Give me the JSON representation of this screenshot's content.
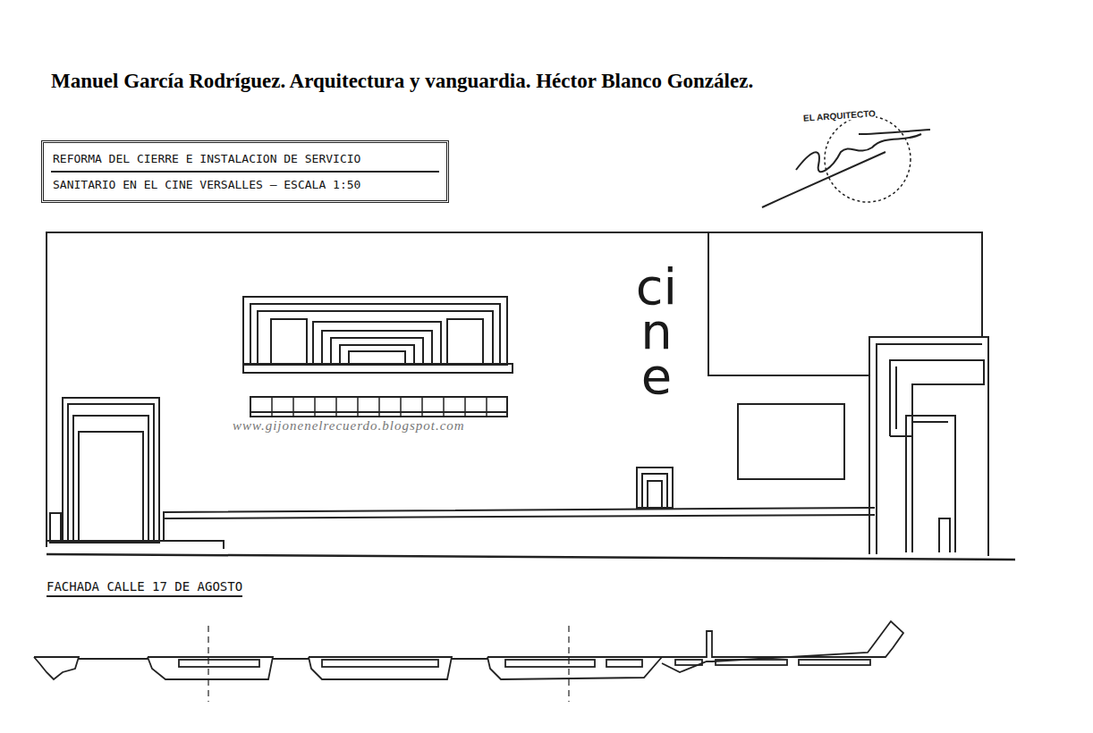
{
  "diagram": {
    "title": "Manuel García Rodríguez. Arquitectura y vanguardia. Héctor Blanco González.",
    "nodes": [
      {
        "text": [
          "REFORMA DEL CIERRE E INSTALACION DE SERVICIO",
          "SANITARIO EN EL CINE VERSALLES — ESCALA 1:50"
        ]
      }
    ],
    "labels": [
      "cine",
      "FACHADA CALLE 17 DE AGOSTO",
      "www.gijonenelrecuerdo.blogspot.com",
      "EL ARQUITECTO"
    ]
  }
}
